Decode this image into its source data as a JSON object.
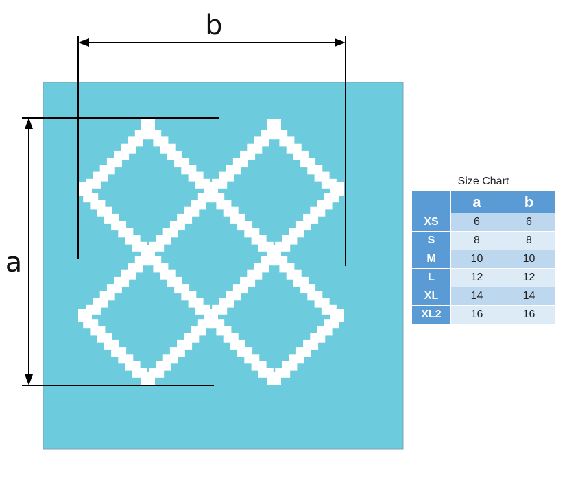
{
  "dimensions": {
    "a_label": "a",
    "b_label": "b"
  },
  "size_chart": {
    "title": "Size Chart",
    "headers": [
      "",
      "a",
      "b"
    ],
    "rows": [
      {
        "size": "XS",
        "a": "6",
        "b": "6"
      },
      {
        "size": "S",
        "a": "8",
        "b": "8"
      },
      {
        "size": "M",
        "a": "10",
        "b": "10"
      },
      {
        "size": "L",
        "a": "12",
        "b": "12"
      },
      {
        "size": "XL",
        "a": "14",
        "b": "14"
      },
      {
        "size": "XL2",
        "a": "16",
        "b": "16"
      }
    ]
  },
  "colors": {
    "panel": "#6ccbdc",
    "pattern": "#ffffff",
    "header_bg": "#5b9bd5",
    "size_col_bg": "#5b9bd5",
    "row_dark": "#bdd7ee",
    "row_light": "#ddebf7",
    "lines": "#000000"
  }
}
